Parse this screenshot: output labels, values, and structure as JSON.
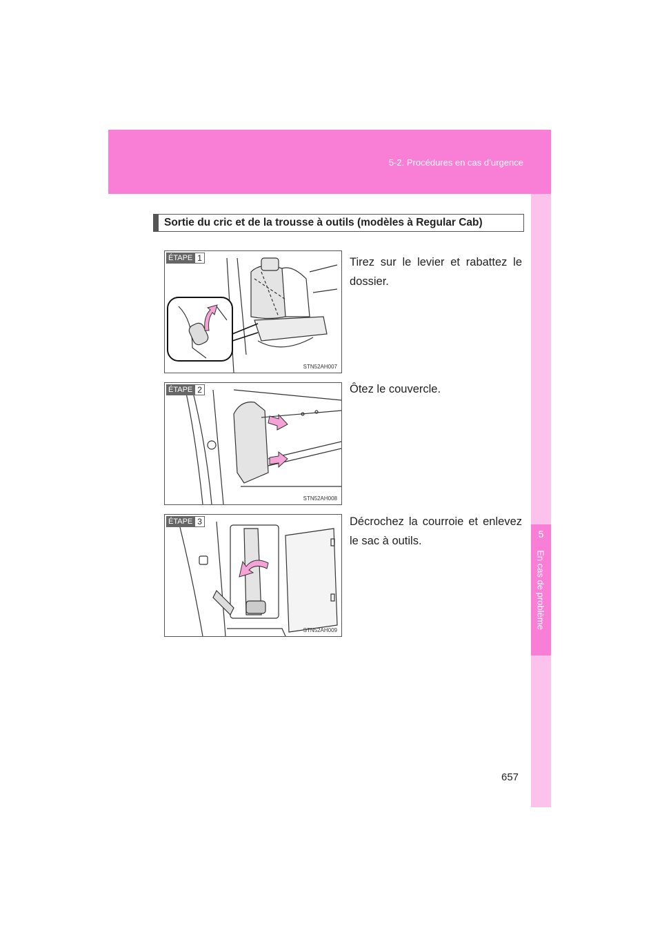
{
  "header": {
    "section": "5-2. Procédures en cas d’urgence"
  },
  "sidebar": {
    "chapter_number": "5",
    "chapter_title": "En cas de problème"
  },
  "subheading": "Sortie du cric et de la trousse à outils (modèles à Regular Cab)",
  "steps": [
    {
      "label": "ÉTAPE",
      "number": "1",
      "figure_code": "STN52AH007",
      "text": "Tirez sur le levier et rabattez le dossier."
    },
    {
      "label": "ÉTAPE",
      "number": "2",
      "figure_code": "STN52AH008",
      "text": "Ôtez le couvercle."
    },
    {
      "label": "ÉTAPE",
      "number": "3",
      "figure_code": "STN52AH009",
      "text": "Décrochez la courroie et enlevez le sac à outils."
    }
  ],
  "page_number": "657",
  "colors": {
    "header_pink": "#f97fd6",
    "sidebar_light_pink": "#fbc2ec",
    "arrow_pink": "#f5a3d6"
  }
}
